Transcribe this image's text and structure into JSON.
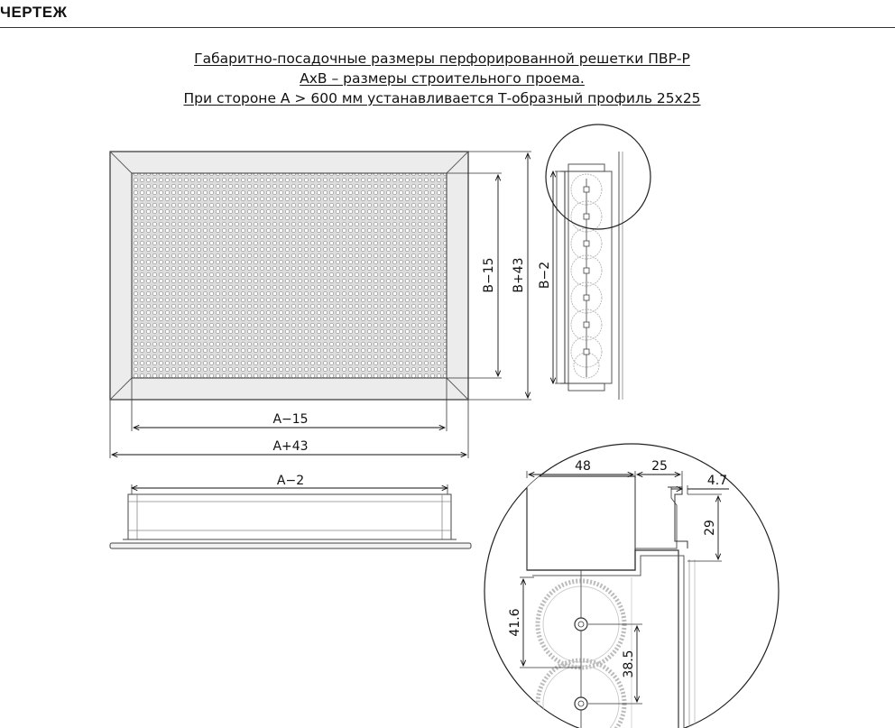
{
  "header": {
    "title": "ЧЕРТЕЖ"
  },
  "caption": {
    "line1": "Габаритно-посадочные размеры перфорированной решетки ПВР-Р",
    "line2": "АхВ – размеры строительного проема.",
    "line3": "При стороне А > 600 мм устанавливается Т-образный профиль 25х25"
  },
  "dimensions": {
    "inner_width": "A−15",
    "outer_width": "A+43",
    "inner_height": "B−15",
    "outer_height": "B+43",
    "side_height": "B−2",
    "bottom_width": "A−2"
  },
  "detail": {
    "d48": "48",
    "d25": "25",
    "d4_7": "4.7",
    "d29": "29",
    "d41_6": "41.6",
    "d38_5": "38.5"
  }
}
